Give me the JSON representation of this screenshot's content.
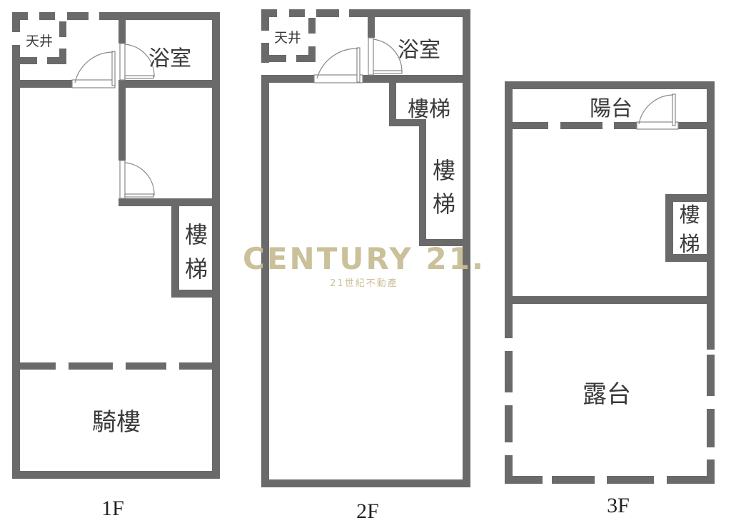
{
  "title": "Floor plans 1F / 2F / 3F",
  "colors": {
    "wall": "#6a6a6a",
    "label": "#3a3a3a",
    "watermark": "#c8bd94",
    "background": "#ffffff"
  },
  "watermark": {
    "brand": "CENTURY 21.",
    "sub": "21世紀不動產"
  },
  "floors": [
    {
      "id": "1F",
      "label": "1F",
      "rooms": [
        {
          "name": "skylight",
          "label": "天井"
        },
        {
          "name": "bathroom",
          "label": "浴室"
        },
        {
          "name": "stairs",
          "label_lines": [
            "樓",
            "梯"
          ]
        },
        {
          "name": "arcade",
          "label": "騎樓"
        }
      ]
    },
    {
      "id": "2F",
      "label": "2F",
      "rooms": [
        {
          "name": "skylight",
          "label": "天井"
        },
        {
          "name": "bathroom",
          "label": "浴室"
        },
        {
          "name": "stairs-upper",
          "label": "樓梯"
        },
        {
          "name": "stairs-lower",
          "label_lines": [
            "樓",
            "梯"
          ]
        }
      ]
    },
    {
      "id": "3F",
      "label": "3F",
      "rooms": [
        {
          "name": "balcony",
          "label": "陽台"
        },
        {
          "name": "stairs",
          "label_lines": [
            "樓",
            "梯"
          ]
        },
        {
          "name": "terrace",
          "label": "露台"
        }
      ]
    }
  ]
}
